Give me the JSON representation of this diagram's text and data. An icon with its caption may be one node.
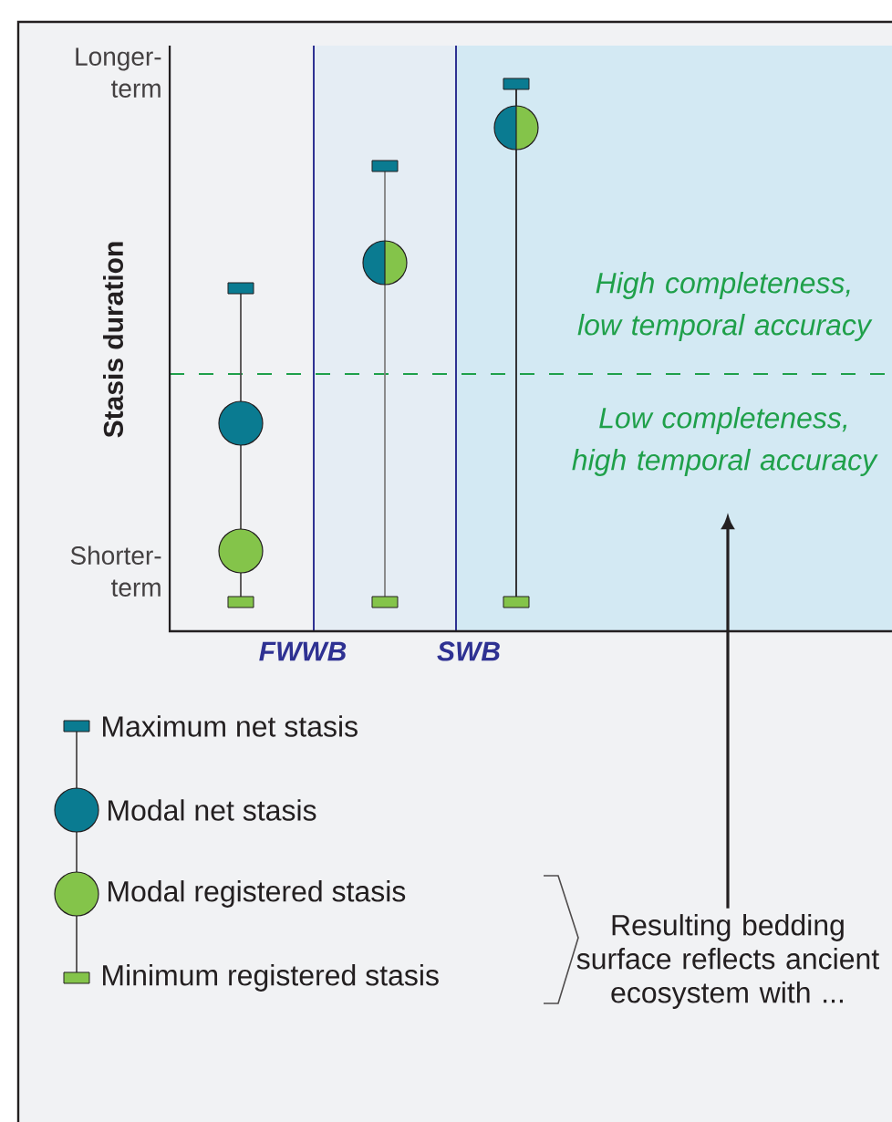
{
  "diagram": {
    "nodes": [
      {
        "text": [
          "Low completeness, high temporal accuracy"
        ]
      },
      {
        "text": [
          "Resulting bedding surface reflects ancient ecosystem with ..."
        ]
      }
    ],
    "edges": [
      {
        "from": 1,
        "to": 0,
        "arrow": "to"
      }
    ],
    "labels": [
      "Longer-term",
      "Stasis duration",
      "High completeness, low temporal accuracy",
      "Shorter-term",
      "FWWB",
      "SWB"
    ],
    "legend": [
      {
        "text": "Maximum net stasis"
      },
      {
        "text": "Modal net stasis"
      },
      {
        "text": "Modal registered stasis"
      },
      {
        "text": "Minimum registered stasis"
      }
    ]
  }
}
